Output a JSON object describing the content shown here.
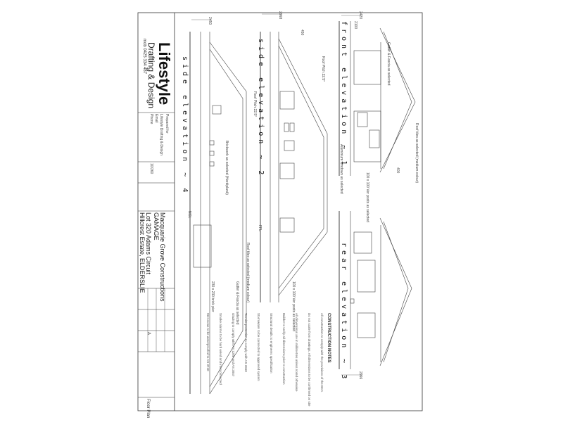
{
  "brand": {
    "name": "Lifestyle",
    "tagline": "Drafting & Design",
    "phone": "mob 0425 334 487",
    "prepared_for_label": "Prepared for",
    "contact_lines": [
      "Lifestyle Drafting & Design",
      "Email",
      "Phone"
    ]
  },
  "project": {
    "client": "Macquarie Grove Constructions",
    "job": "GAMAGE",
    "lot": "Lot 320 Adams Circuit",
    "estate": "Hillcrest Estate, ELDERSLIE",
    "sheet_name": "Floor Plan",
    "rev": "A",
    "job_no": "10/260"
  },
  "elevations": {
    "side4": "side elevation ~ 4",
    "side2": "side elevation ~ 2",
    "front1": "front elevation ~ 1",
    "rear3": "rear elevation ~ 3"
  },
  "annotations": {
    "dim_2450": "2450",
    "dim_2968": "2968",
    "dim_2420": "2420",
    "dim_2100": "2100",
    "dim_2966": "2966",
    "dim_400": "400",
    "dim_450": "450",
    "roof_pitch": "Roof Pitch 22.5°",
    "gutter_fascia": "Gutter & Fascia as selected",
    "roof_tiles": "Roof tiles as selected (medium colour)",
    "brickwork": "Brickwork as selected (Hardiplank)",
    "aluminium_windows": "Aluminium windows as selected",
    "post": "100 x 100 Ver posts as selected",
    "pier": "230 x 230 brick pier",
    "ffl": "FFL",
    "ngl": "NGL"
  },
  "notes": {
    "heading": "CONSTRUCTION NOTES",
    "items": [
      "All construction to comply with the provisions of the BCA",
      "Do not scale from drawings. All dimensions to be confirmed on site",
      "All dimensions are in millimetres unless noted otherwise",
      "Builder to verify all dimensions prior to construction",
      "Structural details to engineers specification",
      "Stormwater to be connected to approved system",
      "Termite protection to comply with AS 3660",
      "Glazing to comply with AS 1288 and AS 2047",
      "Smoke alarms to be hard wired and interconnected",
      "Wet areas to be waterproofed to AS 3740"
    ]
  }
}
